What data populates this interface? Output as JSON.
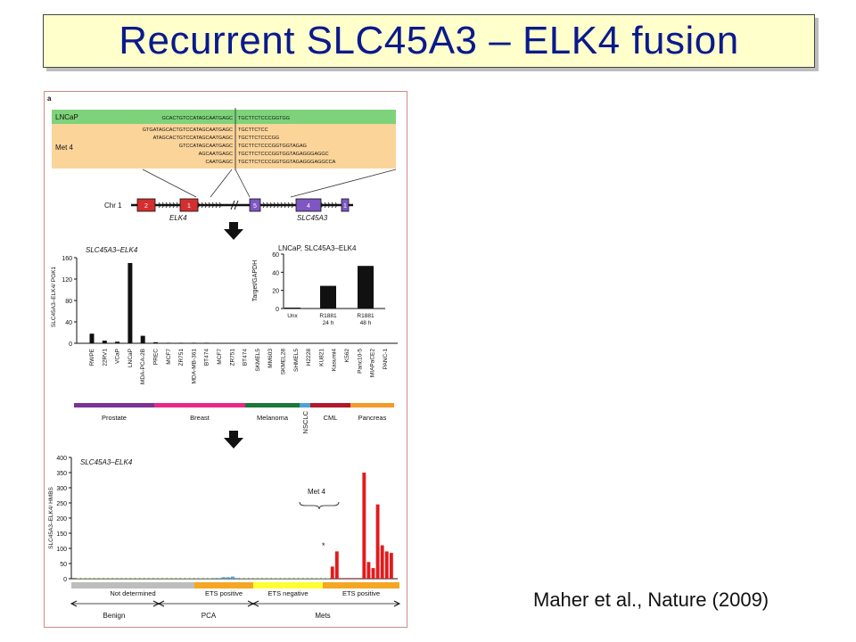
{
  "title": "Recurrent  SLC45A3 – ELK4 fusion",
  "citation": "Maher et al., Nature (2009)",
  "figure": {
    "panel_label": "a",
    "sequences": {
      "lncap_label": "LNCaP",
      "lncap_left": "GCACTGTCCATAGCAATGAGC",
      "lncap_right": "TGCTTCTCCCGGTGG",
      "met_label": "Met 4",
      "met_rows": [
        {
          "left": "GTGATAGCACTGTCCATAGCAATGAGC",
          "right": "TGCTTCTCC"
        },
        {
          "left": "ATAGCACTGTCCATAGCAATGAGC",
          "right": "TGCTTCTCCCGG"
        },
        {
          "left": "GTCCATAGCAATGAGC",
          "right": "TGCTTCTCCCGGTGGTAGAG"
        },
        {
          "left": "AGCAATGAGC",
          "right": "TGCTTCTCCCGGTGGTAGAGGGAGGC"
        },
        {
          "left": "CAATGAGC",
          "right": "TGCTTCTCCCGGTGGTAGAGGGAGGCCA"
        }
      ]
    },
    "gene_map": {
      "chr_label": "Chr 1",
      "elk4_label": "ELK4",
      "slc_label": "SLC45A3",
      "exons": [
        "2",
        "1",
        "5",
        "4",
        "1"
      ]
    },
    "panel_b": {
      "title": "SLC45A3–ELK4",
      "ylabel": "SLC45A3–ELK4/ PGK1",
      "categories": [
        "RWPE",
        "22RV1",
        "VCaP",
        "LNCaP",
        "MDA-PCA-2B",
        "PREC",
        "MCF7",
        "ZR751",
        "MDA-MB-361",
        "BT474",
        "MCF7",
        "ZR751",
        "BT474",
        "SKMEL5",
        "MM603",
        "SKMEL28",
        "SHMEL5",
        "H2228",
        "KU821",
        "Kasumi4",
        "K562",
        "Panc10-5",
        "MIAPaCE2",
        "PANC-1"
      ],
      "values": [
        18,
        5,
        3,
        150,
        14,
        2,
        1,
        1,
        1,
        1,
        0,
        0,
        0,
        0,
        0,
        0,
        0,
        0,
        0,
        0,
        0,
        0,
        0,
        0
      ],
      "yticks": [
        "0",
        "40",
        "80",
        "120",
        "160"
      ],
      "inset": {
        "title": "LNCaP, SLC45A3–ELK4",
        "ylabel": "Target/GAPDH",
        "yticks": [
          "0",
          "20",
          "40",
          "60"
        ],
        "categories": [
          "Unx",
          "R1881 24 h",
          "R1881 48 h"
        ],
        "values": [
          1,
          25,
          47
        ]
      },
      "groups": [
        {
          "name": "Prostate",
          "color": "#7b3294"
        },
        {
          "name": "Breast",
          "color": "#e7298a"
        },
        {
          "name": "Melanoma",
          "color": "#1b7837"
        },
        {
          "name": "NSCLC",
          "color": "#4ba3d6"
        },
        {
          "name": "CML",
          "color": "#b2182b"
        },
        {
          "name": "Pancreas",
          "color": "#f59a2b"
        }
      ]
    },
    "panel_c": {
      "title": "SLC45A3–ELK4",
      "ylabel": "SLC45A3–ELK4/ HMBS",
      "yticks": [
        "0",
        "50",
        "100",
        "150",
        "200",
        "250",
        "300",
        "350",
        "400"
      ],
      "annotation": "Met 4",
      "star": "*",
      "class_labels": [
        "Not determined",
        "ETS positive",
        "ETS negative",
        "ETS positive"
      ],
      "class_colors": [
        "#bdbdbd",
        "#f5a623",
        "#ffff33",
        "#f5a623"
      ],
      "tissue_labels": [
        "Benign",
        "PCA",
        "Mets"
      ]
    }
  },
  "chart_data": [
    {
      "type": "bar",
      "title": "SLC45A3–ELK4",
      "ylabel": "SLC45A3–ELK4/ PGK1",
      "ylim": [
        0,
        160
      ],
      "categories": [
        "RWPE",
        "22RV1",
        "VCaP",
        "LNCaP",
        "MDA-PCA-2B",
        "PREC",
        "MCF7",
        "ZR751",
        "MDA-MB-361",
        "BT474",
        "MCF7",
        "ZR751",
        "BT474",
        "SKMEL5",
        "MM603",
        "SKMEL28",
        "SHMEL5",
        "H2228",
        "KU821",
        "Kasumi4",
        "K562",
        "Panc10-5",
        "MIAPaCE2",
        "PANC-1"
      ],
      "values": [
        18,
        5,
        3,
        150,
        14,
        2,
        1,
        1,
        1,
        1,
        0,
        0,
        0,
        0,
        0,
        0,
        0,
        0,
        0,
        0,
        0,
        0,
        0,
        0
      ]
    },
    {
      "type": "bar",
      "title": "LNCaP, SLC45A3–ELK4",
      "ylabel": "Target/GAPDH",
      "ylim": [
        0,
        60
      ],
      "categories": [
        "Unx",
        "R1881 24 h",
        "R1881 48 h"
      ],
      "values": [
        1,
        25,
        47
      ]
    },
    {
      "type": "bar",
      "title": "SLC45A3–ELK4",
      "ylabel": "SLC45A3–ELK4/ HMBS",
      "ylim": [
        0,
        400
      ],
      "values": [
        2,
        2,
        2,
        2,
        2,
        2,
        2,
        2,
        2,
        2,
        2,
        2,
        2,
        2,
        2,
        2,
        2,
        2,
        2,
        2,
        2,
        2,
        2,
        2,
        2,
        2,
        2,
        2,
        2,
        2,
        2,
        2,
        5,
        5,
        7,
        2,
        2,
        2,
        2,
        2,
        2,
        2,
        2,
        2,
        2,
        2,
        2,
        2,
        2,
        2,
        2,
        2,
        2,
        2,
        2,
        2,
        40,
        90,
        2,
        2,
        2,
        2,
        2,
        350,
        55,
        35,
        245,
        110,
        90,
        85
      ]
    }
  ]
}
